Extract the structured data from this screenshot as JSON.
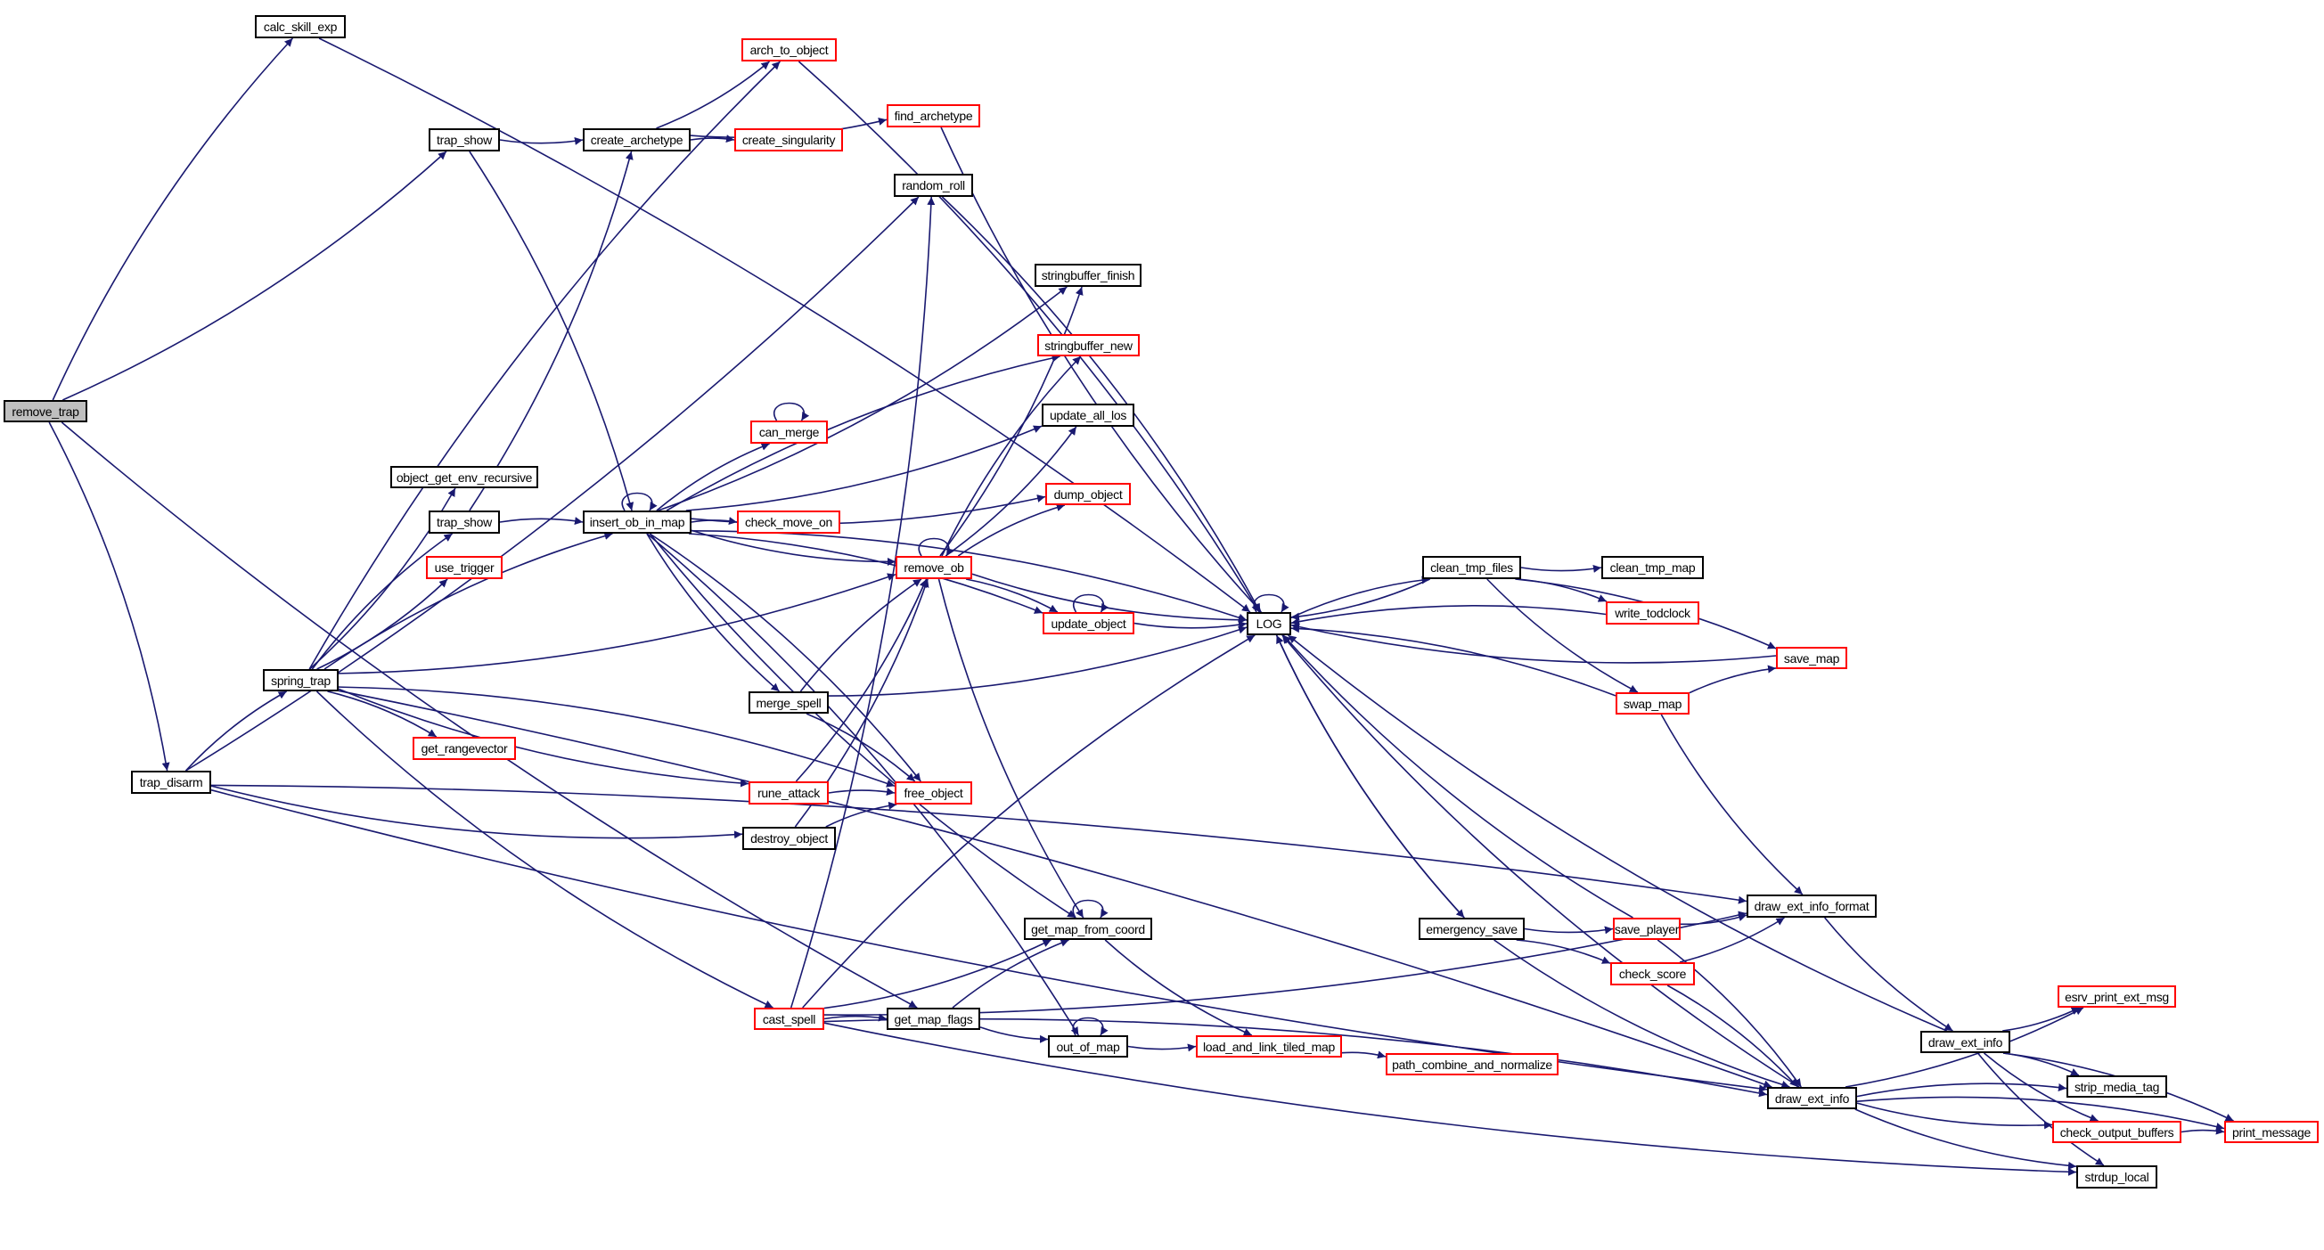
{
  "diagram": {
    "type": "call-graph",
    "colors": {
      "edge": "#191970",
      "node_border_default": "#000000",
      "node_border_undocumented": "#ff0000",
      "node_fill_root": "#bfbfbf",
      "node_fill": "#ffffff"
    },
    "nodes": [
      {
        "id": "remove_trap",
        "label": "remove_trap",
        "kind": "root"
      },
      {
        "id": "calc_skill_exp",
        "label": "calc_skill_exp",
        "kind": "normal"
      },
      {
        "id": "trap_show_a",
        "label": "trap_show",
        "kind": "normal"
      },
      {
        "id": "create_archetype",
        "label": "create_archetype",
        "kind": "normal"
      },
      {
        "id": "arch_to_object",
        "label": "arch_to_object",
        "kind": "ext"
      },
      {
        "id": "create_singularity",
        "label": "create_singularity",
        "kind": "ext"
      },
      {
        "id": "find_archetype",
        "label": "find_archetype",
        "kind": "ext"
      },
      {
        "id": "random_roll",
        "label": "random_roll",
        "kind": "normal"
      },
      {
        "id": "stringbuffer_finish",
        "label": "stringbuffer_finish",
        "kind": "normal"
      },
      {
        "id": "stringbuffer_new",
        "label": "stringbuffer_new",
        "kind": "ext"
      },
      {
        "id": "update_all_los",
        "label": "update_all_los",
        "kind": "normal"
      },
      {
        "id": "can_merge",
        "label": "can_merge",
        "kind": "ext"
      },
      {
        "id": "dump_object",
        "label": "dump_object",
        "kind": "ext"
      },
      {
        "id": "object_get_env_recursive",
        "label": "object_get_env_recursive",
        "kind": "normal"
      },
      {
        "id": "trap_show_b",
        "label": "trap_show",
        "kind": "normal"
      },
      {
        "id": "insert_ob_in_map",
        "label": "insert_ob_in_map",
        "kind": "normal"
      },
      {
        "id": "check_move_on",
        "label": "check_move_on",
        "kind": "ext"
      },
      {
        "id": "use_trigger",
        "label": "use_trigger",
        "kind": "ext"
      },
      {
        "id": "remove_ob",
        "label": "remove_ob",
        "kind": "ext"
      },
      {
        "id": "update_object",
        "label": "update_object",
        "kind": "ext"
      },
      {
        "id": "spring_trap",
        "label": "spring_trap",
        "kind": "normal"
      },
      {
        "id": "merge_spell",
        "label": "merge_spell",
        "kind": "normal"
      },
      {
        "id": "get_rangevector",
        "label": "get_rangevector",
        "kind": "ext"
      },
      {
        "id": "rune_attack",
        "label": "rune_attack",
        "kind": "ext"
      },
      {
        "id": "free_object",
        "label": "free_object",
        "kind": "ext"
      },
      {
        "id": "trap_disarm",
        "label": "trap_disarm",
        "kind": "normal"
      },
      {
        "id": "destroy_object",
        "label": "destroy_object",
        "kind": "normal"
      },
      {
        "id": "get_map_from_coord",
        "label": "get_map_from_coord",
        "kind": "normal"
      },
      {
        "id": "cast_spell",
        "label": "cast_spell",
        "kind": "ext"
      },
      {
        "id": "get_map_flags",
        "label": "get_map_flags",
        "kind": "normal"
      },
      {
        "id": "out_of_map",
        "label": "out_of_map",
        "kind": "normal"
      },
      {
        "id": "load_and_link_tiled_map",
        "label": "load_and_link_tiled_map",
        "kind": "ext"
      },
      {
        "id": "path_combine_and_normalize",
        "label": "path_combine_and_normalize",
        "kind": "ext"
      },
      {
        "id": "LOG",
        "label": "LOG",
        "kind": "normal"
      },
      {
        "id": "clean_tmp_files",
        "label": "clean_tmp_files",
        "kind": "normal"
      },
      {
        "id": "clean_tmp_map",
        "label": "clean_tmp_map",
        "kind": "normal"
      },
      {
        "id": "write_todclock",
        "label": "write_todclock",
        "kind": "ext"
      },
      {
        "id": "save_map",
        "label": "save_map",
        "kind": "ext"
      },
      {
        "id": "swap_map",
        "label": "swap_map",
        "kind": "ext"
      },
      {
        "id": "emergency_save",
        "label": "emergency_save",
        "kind": "normal"
      },
      {
        "id": "save_player",
        "label": "save_player",
        "kind": "ext"
      },
      {
        "id": "check_score",
        "label": "check_score",
        "kind": "ext"
      },
      {
        "id": "draw_ext_info_format",
        "label": "draw_ext_info_format",
        "kind": "normal"
      },
      {
        "id": "draw_ext_info_r",
        "label": "draw_ext_info",
        "kind": "normal"
      },
      {
        "id": "draw_ext_info",
        "label": "draw_ext_info",
        "kind": "normal"
      },
      {
        "id": "esrv_print_ext_msg",
        "label": "esrv_print_ext_msg",
        "kind": "ext"
      },
      {
        "id": "strip_media_tag",
        "label": "strip_media_tag",
        "kind": "normal"
      },
      {
        "id": "check_output_buffers",
        "label": "check_output_buffers",
        "kind": "ext"
      },
      {
        "id": "print_message",
        "label": "print_message",
        "kind": "ext"
      },
      {
        "id": "strdup_local",
        "label": "strdup_local",
        "kind": "normal"
      }
    ],
    "edges": [
      [
        "remove_trap",
        "calc_skill_exp"
      ],
      [
        "remove_trap",
        "trap_show_a"
      ],
      [
        "remove_trap",
        "trap_disarm"
      ],
      [
        "remove_trap",
        "get_map_flags"
      ],
      [
        "calc_skill_exp",
        "LOG"
      ],
      [
        "trap_show_a",
        "create_archetype"
      ],
      [
        "trap_show_a",
        "insert_ob_in_map"
      ],
      [
        "create_archetype",
        "arch_to_object"
      ],
      [
        "create_archetype",
        "create_singularity"
      ],
      [
        "create_archetype",
        "find_archetype"
      ],
      [
        "arch_to_object",
        "LOG"
      ],
      [
        "find_archetype",
        "LOG"
      ],
      [
        "random_roll",
        "LOG"
      ],
      [
        "trap_disarm",
        "random_roll"
      ],
      [
        "trap_disarm",
        "spring_trap"
      ],
      [
        "trap_disarm",
        "destroy_object"
      ],
      [
        "trap_disarm",
        "draw_ext_info_format"
      ],
      [
        "trap_disarm",
        "draw_ext_info"
      ],
      [
        "spring_trap",
        "arch_to_object"
      ],
      [
        "spring_trap",
        "object_get_env_recursive"
      ],
      [
        "spring_trap",
        "trap_show_b"
      ],
      [
        "spring_trap",
        "use_trigger"
      ],
      [
        "spring_trap",
        "insert_ob_in_map"
      ],
      [
        "spring_trap",
        "remove_ob"
      ],
      [
        "spring_trap",
        "get_rangevector"
      ],
      [
        "spring_trap",
        "rune_attack"
      ],
      [
        "spring_trap",
        "free_object"
      ],
      [
        "spring_trap",
        "cast_spell"
      ],
      [
        "spring_trap",
        "draw_ext_info"
      ],
      [
        "trap_show_b",
        "create_archetype"
      ],
      [
        "trap_show_b",
        "insert_ob_in_map"
      ],
      [
        "insert_ob_in_map",
        "insert_ob_in_map"
      ],
      [
        "insert_ob_in_map",
        "LOG"
      ],
      [
        "insert_ob_in_map",
        "stringbuffer_finish"
      ],
      [
        "insert_ob_in_map",
        "stringbuffer_new"
      ],
      [
        "insert_ob_in_map",
        "update_all_los"
      ],
      [
        "insert_ob_in_map",
        "can_merge"
      ],
      [
        "insert_ob_in_map",
        "dump_object"
      ],
      [
        "insert_ob_in_map",
        "check_move_on"
      ],
      [
        "insert_ob_in_map",
        "remove_ob"
      ],
      [
        "insert_ob_in_map",
        "update_object"
      ],
      [
        "insert_ob_in_map",
        "merge_spell"
      ],
      [
        "insert_ob_in_map",
        "free_object"
      ],
      [
        "insert_ob_in_map",
        "get_map_from_coord"
      ],
      [
        "insert_ob_in_map",
        "out_of_map"
      ],
      [
        "can_merge",
        "can_merge"
      ],
      [
        "remove_ob",
        "remove_ob"
      ],
      [
        "remove_ob",
        "stringbuffer_finish"
      ],
      [
        "remove_ob",
        "stringbuffer_new"
      ],
      [
        "remove_ob",
        "update_all_los"
      ],
      [
        "remove_ob",
        "dump_object"
      ],
      [
        "remove_ob",
        "LOG"
      ],
      [
        "remove_ob",
        "update_object"
      ],
      [
        "remove_ob",
        "get_map_from_coord"
      ],
      [
        "update_object",
        "update_object"
      ],
      [
        "update_object",
        "LOG"
      ],
      [
        "merge_spell",
        "remove_ob"
      ],
      [
        "merge_spell",
        "LOG"
      ],
      [
        "merge_spell",
        "free_object"
      ],
      [
        "rune_attack",
        "remove_ob"
      ],
      [
        "rune_attack",
        "free_object"
      ],
      [
        "destroy_object",
        "remove_ob"
      ],
      [
        "destroy_object",
        "free_object"
      ],
      [
        "cast_spell",
        "random_roll"
      ],
      [
        "cast_spell",
        "LOG"
      ],
      [
        "cast_spell",
        "get_map_from_coord"
      ],
      [
        "cast_spell",
        "get_map_flags"
      ],
      [
        "cast_spell",
        "draw_ext_info_format"
      ],
      [
        "cast_spell",
        "draw_ext_info"
      ],
      [
        "cast_spell",
        "strdup_local"
      ],
      [
        "get_map_flags",
        "get_map_from_coord"
      ],
      [
        "get_map_flags",
        "out_of_map"
      ],
      [
        "get_map_from_coord",
        "get_map_from_coord"
      ],
      [
        "get_map_from_coord",
        "load_and_link_tiled_map"
      ],
      [
        "out_of_map",
        "out_of_map"
      ],
      [
        "out_of_map",
        "load_and_link_tiled_map"
      ],
      [
        "load_and_link_tiled_map",
        "path_combine_and_normalize"
      ],
      [
        "LOG",
        "LOG"
      ],
      [
        "LOG",
        "clean_tmp_files"
      ],
      [
        "LOG",
        "emergency_save"
      ],
      [
        "clean_tmp_files",
        "LOG"
      ],
      [
        "clean_tmp_files",
        "clean_tmp_map"
      ],
      [
        "clean_tmp_files",
        "write_todclock"
      ],
      [
        "clean_tmp_files",
        "swap_map"
      ],
      [
        "clean_tmp_files",
        "save_map"
      ],
      [
        "write_todclock",
        "LOG"
      ],
      [
        "save_map",
        "LOG"
      ],
      [
        "swap_map",
        "LOG"
      ],
      [
        "swap_map",
        "save_map"
      ],
      [
        "swap_map",
        "draw_ext_info_format"
      ],
      [
        "emergency_save",
        "LOG"
      ],
      [
        "emergency_save",
        "save_player"
      ],
      [
        "emergency_save",
        "check_score"
      ],
      [
        "emergency_save",
        "draw_ext_info"
      ],
      [
        "save_player",
        "LOG"
      ],
      [
        "save_player",
        "draw_ext_info_format"
      ],
      [
        "save_player",
        "draw_ext_info"
      ],
      [
        "check_score",
        "draw_ext_info_format"
      ],
      [
        "check_score",
        "draw_ext_info"
      ],
      [
        "draw_ext_info_format",
        "draw_ext_info_r"
      ],
      [
        "draw_ext_info_r",
        "LOG"
      ],
      [
        "draw_ext_info_r",
        "esrv_print_ext_msg"
      ],
      [
        "draw_ext_info_r",
        "strip_media_tag"
      ],
      [
        "draw_ext_info_r",
        "check_output_buffers"
      ],
      [
        "draw_ext_info_r",
        "print_message"
      ],
      [
        "draw_ext_info_r",
        "strdup_local"
      ],
      [
        "draw_ext_info",
        "LOG"
      ],
      [
        "draw_ext_info",
        "esrv_print_ext_msg"
      ],
      [
        "draw_ext_info",
        "strip_media_tag"
      ],
      [
        "draw_ext_info",
        "check_output_buffers"
      ],
      [
        "draw_ext_info",
        "print_message"
      ],
      [
        "draw_ext_info",
        "strdup_local"
      ],
      [
        "check_output_buffers",
        "print_message"
      ]
    ]
  }
}
